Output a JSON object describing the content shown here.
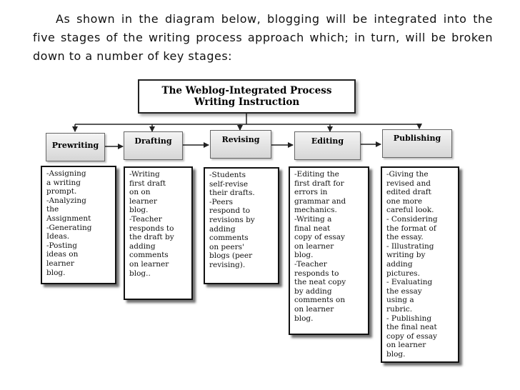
{
  "intro": "As shown in the diagram below, blogging will be integrated into the five stages of the writing process approach which; in turn, will be broken down to a number of key stages:",
  "title": "The Weblog-Integrated Process\nWriting Instruction",
  "stages": [
    {
      "label": "Prewriting",
      "desc": "-Assigning\na writing\nprompt.\n-Analyzing\nthe\nAssignment\n-Generating\nIdeas.\n-Posting\nideas on\nlearner\nblog."
    },
    {
      "label": "Drafting",
      "desc": "-Writing\nfirst draft\non on\nlearner\nblog.\n-Teacher\nresponds to\nthe draft by\nadding\ncomments\non learner\nblog.."
    },
    {
      "label": "Revising",
      "desc": "-Students\nself-revise\ntheir drafts.\n-Peers\nrespond to\nrevisions by\nadding\ncomments\non peers'\nblogs (peer\nrevising)."
    },
    {
      "label": "Editing",
      "desc": "-Editing the\nfirst draft for\nerrors in\ngrammar and\nmechanics.\n-Writing a\nfinal neat\ncopy of essay\non learner\nblog.\n-Teacher\nresponds to\nthe neat copy\nby adding\ncomments on\non learner\nblog."
    },
    {
      "label": "Publishing",
      "desc": "-Giving the\nrevised and\nedited draft\none more\ncareful look.\n- Considering\nthe format of\nthe essay.\n- Illustrating\nwriting by\nadding\npictures.\n- Evaluating\nthe essay\nusing a\nrubric.\n- Publishing\nthe final neat\ncopy of essay\non learner\nblog."
    }
  ]
}
